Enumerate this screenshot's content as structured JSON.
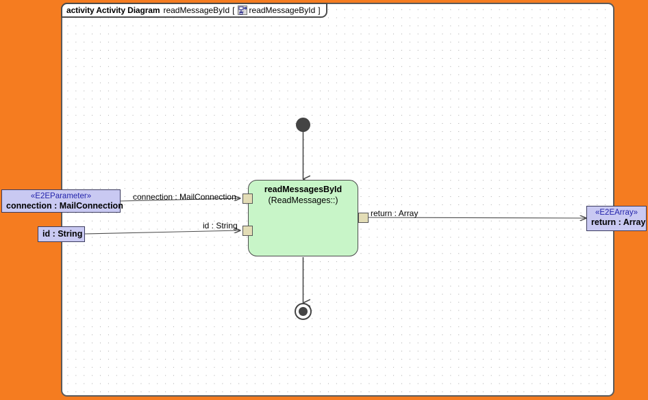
{
  "frame": {
    "keyword": "activity Activity Diagram",
    "diagram_name": "readMessageById",
    "bracket_open": "[",
    "icon": "activity-diagram-icon",
    "qualified_name": "readMessageById",
    "bracket_close": "]"
  },
  "call_node": {
    "name": "readMessagesById",
    "subtitle": "(ReadMessages::)"
  },
  "parameters": {
    "connection": {
      "stereotype": "«E2EParameter»",
      "label": "connection : MailConnection"
    },
    "id": {
      "label": "id : String"
    },
    "return": {
      "stereotype": "«E2EArray»",
      "label": "return : Array"
    }
  },
  "edges": [
    {
      "name": "edge-connection",
      "label": "connection : MailConnection"
    },
    {
      "name": "edge-id",
      "label": "id : String"
    },
    {
      "name": "edge-return",
      "label": "return : Array"
    }
  ],
  "nodes": {
    "initial": "initial-node",
    "final": "activity-final-node"
  },
  "colors": {
    "canvas_background": "#F57C20",
    "frame_background": "#FFFFFF",
    "call_node_fill": "#C8F5C8",
    "parameter_fill": "#C9C9F2",
    "pin_fill": "#E3DDB6",
    "stereotype_text": "#2222AA",
    "line": "#4A4A4A"
  }
}
